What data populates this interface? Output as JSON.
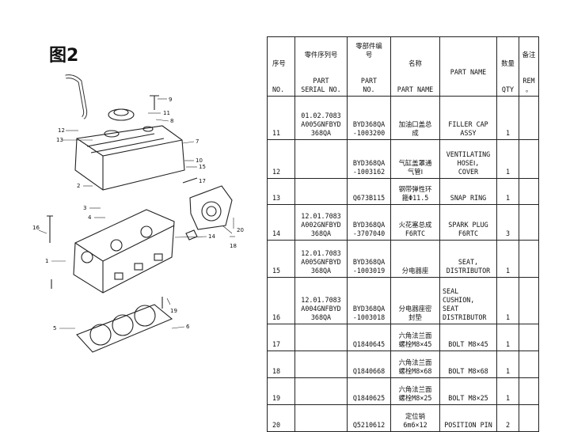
{
  "figure_title": "图2",
  "table": {
    "header": [
      {
        "cn": "序号",
        "en": "NO."
      },
      {
        "cn": "零件序列号",
        "en": "PART\nSERIAL NO."
      },
      {
        "cn": "零部件编\n号",
        "en": "PART\nNO."
      },
      {
        "cn": "名称",
        "en": "PART NAME"
      },
      {
        "cn": "PART NAME",
        "en": ""
      },
      {
        "cn": "数量",
        "en": "QTY"
      },
      {
        "cn": "备注",
        "en": "REM\n。"
      }
    ],
    "rows": [
      {
        "no": "11",
        "serial": "01.02.7083\nA005GNFBYD\n368QA",
        "part_no": "BYD368QA\n-1003200",
        "name_cn": "加油口盖总\n成",
        "name_en": "FILLER CAP\nASSY",
        "qty": "1",
        "rem": ""
      },
      {
        "no": "12",
        "serial": "",
        "part_no": "BYD368QA\n-1003162",
        "name_cn": "气缸盖罩通\n气管Ⅰ",
        "name_en": "VENTILATING\nHOSEⅠ,\nCOVER",
        "qty": "1",
        "rem": ""
      },
      {
        "no": "13",
        "serial": "",
        "part_no": "Q673B115",
        "name_cn": "钢带弹性环\n箍Φ11.5",
        "name_en": "SNAP RING",
        "qty": "1",
        "rem": ""
      },
      {
        "no": "14",
        "serial": "12.01.7083\nA002GNFBYD\n368QA",
        "part_no": "BYD368QA\n-3707040",
        "name_cn": "火花塞总成\nF6RTC",
        "name_en": "SPARK PLUG\nF6RTC",
        "qty": "3",
        "rem": ""
      },
      {
        "no": "15",
        "serial": "12.01.7083\nA005GNFBYD\n368QA",
        "part_no": "BYD368QA\n-1003019",
        "name_cn": "分电器座",
        "name_en": "SEAT,\nDISTRIBUTOR",
        "qty": "1",
        "rem": ""
      },
      {
        "no": "16",
        "serial": "12.01.7083\nA004GNFBYD\n368QA",
        "part_no": "BYD368QA\n-1003018",
        "name_cn": "分电器座密\n封垫",
        "name_en": "SEAL\nCUSHION,\nSEAT\nDISTRIBUTOR",
        "qty": "1",
        "rem": ""
      },
      {
        "no": "17",
        "serial": "",
        "part_no": "Q1840645",
        "name_cn": "六角法兰面\n螺栓M8×45",
        "name_en": "BOLT M8×45",
        "qty": "1",
        "rem": ""
      },
      {
        "no": "18",
        "serial": "",
        "part_no": "Q1840668",
        "name_cn": "六角法兰面\n螺栓M8×68",
        "name_en": "BOLT M8×68",
        "qty": "1",
        "rem": ""
      },
      {
        "no": "19",
        "serial": "",
        "part_no": "Q1840625",
        "name_cn": "六角法兰面\n螺栓M8×25",
        "name_en": "BOLT M8×25",
        "qty": "1",
        "rem": ""
      },
      {
        "no": "20",
        "serial": "",
        "part_no": "Q5210612",
        "name_cn": "定位销\n6m6×12",
        "name_en": "POSITION PIN",
        "qty": "2",
        "rem": ""
      }
    ]
  },
  "diagram": {
    "callouts": [
      "11",
      "12",
      "13",
      "9",
      "8",
      "7",
      "10",
      "2",
      "3",
      "4",
      "5",
      "6",
      "1",
      "14",
      "15",
      "16",
      "17",
      "18",
      "19",
      "20"
    ]
  }
}
